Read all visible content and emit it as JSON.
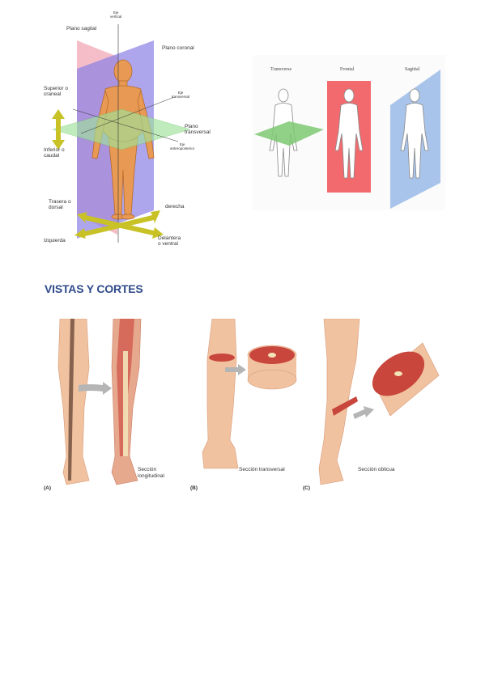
{
  "figure1": {
    "labels": {
      "plano_sagital": "Plano sagital",
      "eje_vertical": "Eje\nvertical",
      "plano_coronal": "Plano coronal",
      "superior": "Superior o\ncraneal",
      "eje_transversal": "Eje\ntransversal",
      "plano_transversal": "Plano\ntransversal",
      "inferior": "Inferior o\ncaudal",
      "eje_anteroposterior": "Eje\nanteroposterior",
      "trasera": "Trasera o\ndorsal",
      "derecha": "derecha",
      "izquierda": "Izquierda",
      "delantera": "Delantera\no ventral"
    }
  },
  "figure2": {
    "titles": [
      "Transverse",
      "Frontal",
      "Sagittal"
    ]
  },
  "section": {
    "heading": "VISTAS Y CORTES"
  },
  "figure3": {
    "panels": [
      {
        "letter": "(A)",
        "caption": "Sección\nlongitudinal"
      },
      {
        "letter": "(B)",
        "caption": "Sección transversal"
      },
      {
        "letter": "(C)",
        "caption": "Sección oblicua"
      }
    ]
  },
  "colors": {
    "sagittal_plane": "#f2a7b5",
    "coronal_plane": "#8a80e6",
    "transverse_plane": "#9fe39a",
    "body_skin": "#e89a54",
    "frontal_red": "#f36a6e",
    "sagittal_blue": "#a9c4ea",
    "heading_blue": "#2f4a8a",
    "muscle_red": "#c8463c",
    "skin_tone": "#f1c2a0",
    "arrow_gray": "#b5b5b5"
  }
}
